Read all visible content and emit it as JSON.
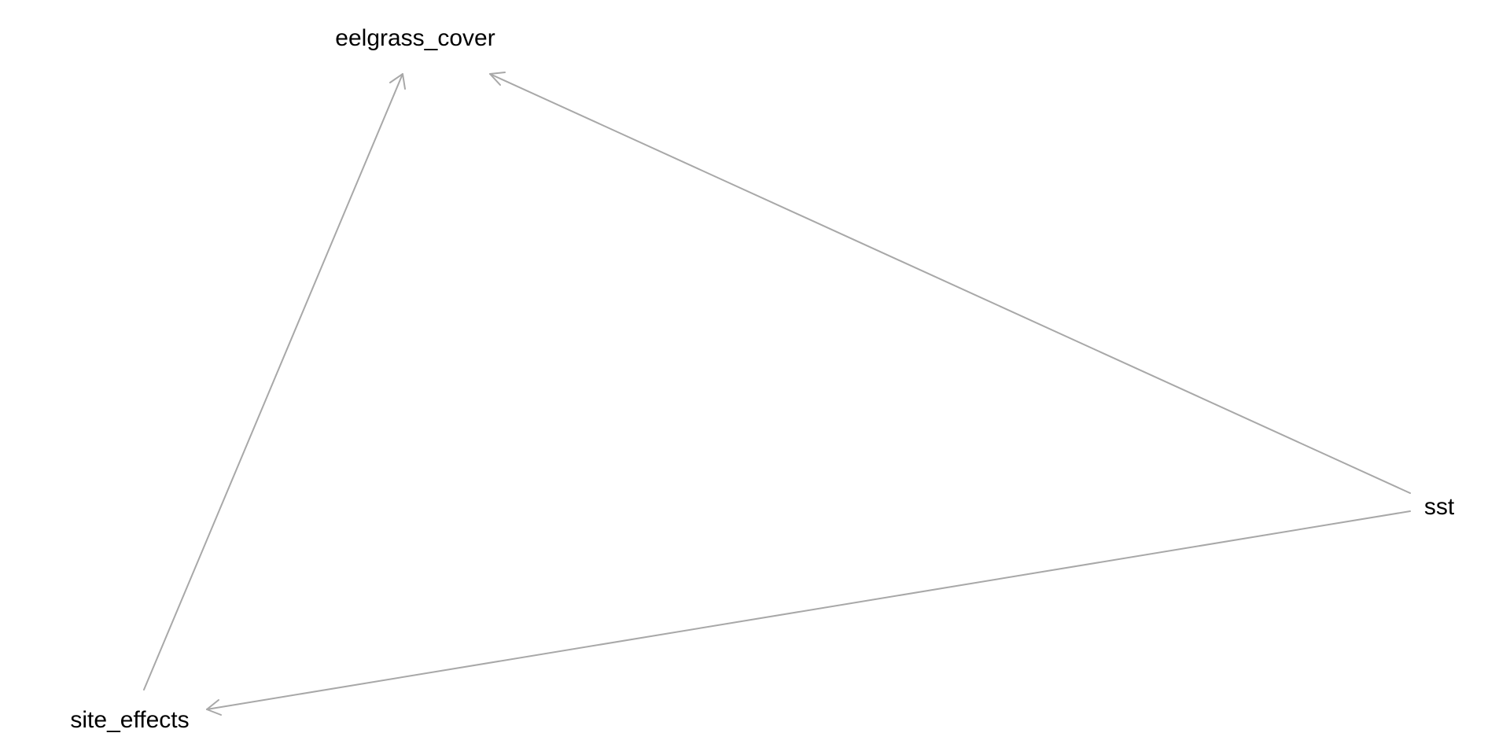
{
  "diagram": {
    "nodes": [
      {
        "id": "eelgrass_cover",
        "label": "eelgrass_cover"
      },
      {
        "id": "site_effects",
        "label": "site_effects"
      },
      {
        "id": "sst",
        "label": "sst"
      }
    ],
    "edges": [
      {
        "from": "site_effects",
        "to": "eelgrass_cover"
      },
      {
        "from": "sst",
        "to": "eelgrass_cover"
      },
      {
        "from": "sst",
        "to": "site_effects"
      }
    ],
    "colors": {
      "edge": "#a8a8a8",
      "label": "#000000",
      "background": "#ffffff"
    }
  }
}
